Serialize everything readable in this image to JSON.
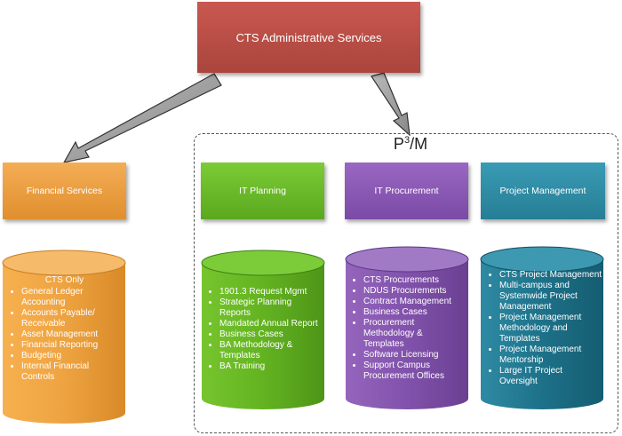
{
  "top": {
    "label": "CTS Administrative Services",
    "color": "#c0504d"
  },
  "group": {
    "label": "P³/M",
    "label_base": "P",
    "label_sup": "3",
    "label_tail": "/M"
  },
  "columns": [
    {
      "key": "financial",
      "header": "Financial Services",
      "color": "#f0a042",
      "cyl_title": "CTS Only",
      "items": [
        "General Ledger Accounting",
        "Accounts Payable/ Receivable",
        "Asset Management",
        "Financial Reporting",
        "Budgeting",
        "Internal Financial Controls"
      ]
    },
    {
      "key": "planning",
      "header": "IT Planning",
      "color": "#6cbf2a",
      "cyl_title": "",
      "items": [
        "1901.3 Request Mgmt",
        "Strategic Planning Reports",
        "Mandated Annual Report",
        "Business Cases",
        "BA Methodology & Templates",
        "BA Training"
      ]
    },
    {
      "key": "procurement",
      "header": "IT Procurement",
      "color": "#8b5ab5",
      "cyl_title": "",
      "items": [
        "CTS Procurements",
        "NDUS Procurements",
        "Contract Management",
        "Business Cases",
        "Procurement Methodology & Templates",
        "Software Licensing",
        "Support Campus Procurement Offices"
      ]
    },
    {
      "key": "pm",
      "header": "Project Management",
      "color": "#2f8fa8",
      "cyl_title": "",
      "items": [
        "CTS Project Management",
        "Multi-campus and Systemwide Project Management",
        "Project Management Methodology and Templates",
        "Project Management Mentorship",
        "Large IT Project Oversight"
      ]
    }
  ]
}
